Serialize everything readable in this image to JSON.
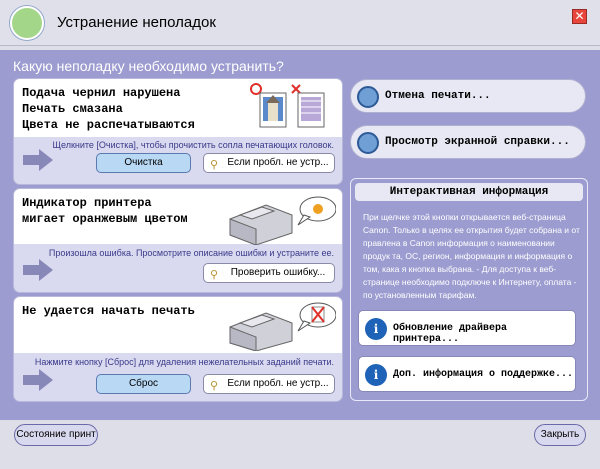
{
  "window": {
    "title": "Устранение неполадок",
    "close_symbol": "✕"
  },
  "question": "Какую неполадку необходимо устранить?",
  "panels": [
    {
      "title_lines": [
        "Подача чернил нарушена",
        "Печать смазана",
        "Цвета не распечатываются"
      ],
      "hint": "Щелкните [Очистка], чтобы прочистить сопла печатающих головок.",
      "primary_button": "Очистка",
      "secondary_button": "Если пробл. не устр..."
    },
    {
      "title_lines": [
        "Индикатор принтера",
        "мигает оранжевым цветом"
      ],
      "hint": "Произошла ошибка. Просмотрите описание ошибки и устраните ее.",
      "secondary_button": "Проверить ошибку..."
    },
    {
      "title_lines": [
        "Не удается начать печать"
      ],
      "hint": "Нажмите кнопку [Сброс] для удаления нежелательных заданий печати.",
      "primary_button": "Сброс",
      "secondary_button": "Если пробл. не устр..."
    }
  ],
  "right_buttons": [
    "Отмена печати...",
    "Просмотр экранной справки..."
  ],
  "info": {
    "header": "Интерактивная информация",
    "body": "При щелчке этой кнопки открывается веб-страница Canon. Только в целях ее открытия будет собрана и от правлена в Canon информация о наименовании продук та, ОС, регион, информация и информация о том, кака я кнопка выбрана. - Для доступа к веб-странице необходимо подключе к Интернету, оплата - по установленным тарифам.",
    "buttons": [
      "Обновление драйвера принтера...",
      "Доп. информация о поддержке..."
    ],
    "icon_letter": "i"
  },
  "bottom": {
    "status_button": "Состояние принт",
    "close_button": "Закрыть"
  },
  "colors": {
    "accent": "#9c9cd0",
    "panel_bg": "#d9d9ef",
    "title_circle": "#a4d68a",
    "dot_blue": "#6f9fd4"
  },
  "icons": [
    "close-icon",
    "arrow-right-icon",
    "wrench-icon",
    "printer-icon",
    "info-icon"
  ]
}
